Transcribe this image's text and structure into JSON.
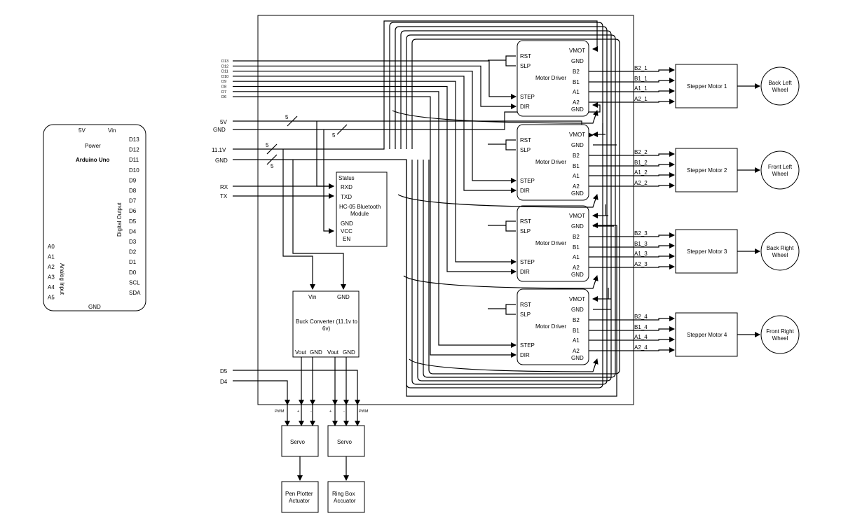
{
  "arduino": {
    "title": "Arduino Uno",
    "power_label": "Power",
    "digital_label": "Digital Output",
    "analog_label": "Analog Input",
    "top_pins": [
      "5V",
      "Vin"
    ],
    "digital_pins": [
      "D13",
      "D12",
      "D11",
      "D10",
      "D9",
      "D8",
      "D7",
      "D6",
      "D5",
      "D4",
      "D3",
      "D2",
      "D1",
      "D0",
      "SCL",
      "SDA"
    ],
    "analog_pins": [
      "A0",
      "A1",
      "A2",
      "A3",
      "A4",
      "A5"
    ],
    "bottom_pin": "GND"
  },
  "inputs": {
    "data_pins": [
      "D13",
      "D12",
      "D11",
      "D10",
      "D9",
      "D8",
      "D7",
      "D6"
    ],
    "power": [
      "5V",
      "GND",
      "11.1V",
      "GND"
    ],
    "serial": [
      "RX",
      "TX"
    ],
    "servo_pins": [
      "D5",
      "D4"
    ],
    "bus_width": "5"
  },
  "bluetooth": {
    "pins_top": [
      "Status",
      "RXD",
      "TXD"
    ],
    "name": "HC-05 Bluetooth Module",
    "pins_bottom": [
      "GND",
      "VCC",
      "EN"
    ]
  },
  "buck": {
    "name": "Buck Converter (11.1v to 6v)",
    "inputs": [
      "Vin",
      "GND"
    ],
    "outputs": [
      "Vout",
      "GND",
      "Vout",
      "GND"
    ]
  },
  "driver": {
    "name": "Motor Driver",
    "left_pins": [
      "RST",
      "SLP",
      "STEP",
      "DIR"
    ],
    "right_pins": [
      "VMOT",
      "GND",
      "B2",
      "B1",
      "A1",
      "A2",
      "GND"
    ]
  },
  "drivers": [
    {
      "coils": [
        "B2_1",
        "B1_1",
        "A1_1",
        "A2_1"
      ],
      "motor": "Stepper Motor 1",
      "wheel": "Back Left Wheel"
    },
    {
      "coils": [
        "B2_2",
        "B1_2",
        "A1_2",
        "A2_2"
      ],
      "motor": "Stepper Motor 2",
      "wheel": "Front Left Wheel"
    },
    {
      "coils": [
        "B2_3",
        "B1_3",
        "A1_3",
        "A2_3"
      ],
      "motor": "Stepper Motor 3",
      "wheel": "Back Right Wheel"
    },
    {
      "coils": [
        "B2_4",
        "B1_4",
        "A1_4",
        "A2_4"
      ],
      "motor": "Stepper Motor 4",
      "wheel": "Front Right Wheel"
    }
  ],
  "servos": [
    {
      "name": "Servo",
      "pins": [
        "PWM",
        "+",
        "-"
      ],
      "actuator": "Pen Plotter Actuator"
    },
    {
      "name": "Servo",
      "pins": [
        "+",
        "-",
        "PWM"
      ],
      "actuator": "Ring Box Accuator"
    }
  ]
}
